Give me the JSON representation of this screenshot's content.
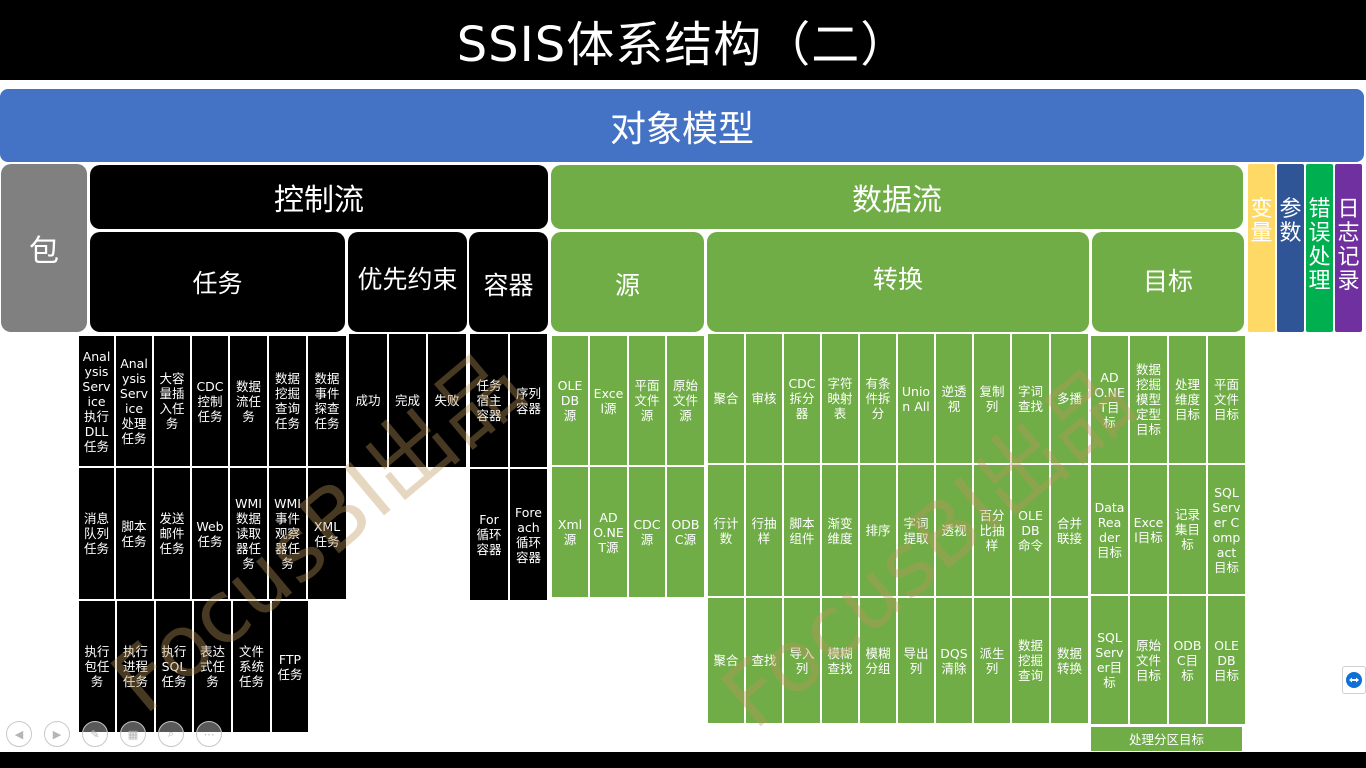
{
  "slide": {
    "title": "SSIS体系结构（二）",
    "root": "对象模型",
    "package": "包",
    "watermark": "FocusBI出品",
    "colors": {
      "title_bg": "#000000",
      "object_model": "#4472c4",
      "control_flow": "#000000",
      "data_flow": "#70ad47",
      "package": "#808080",
      "variables": "#ffd966",
      "parameters": "#2f5597",
      "error_handling": "#00b050",
      "logging": "#7030a0"
    }
  },
  "control_flow": {
    "title": "控制流",
    "tasks": {
      "title": "任务",
      "items": [
        "Analysis Service执行DLL任务",
        "Analysis Service处理任务",
        "大容量插入任务",
        "CDC控制任务",
        "数据流任务",
        "数据挖掘查询任务",
        "数据事件探查任务",
        "消息队列任务",
        "脚本任务",
        "发送邮件任务",
        "Web任务",
        "WMI数据读取器任务",
        "WMI事件观察器任务",
        "XML任务",
        "执行包任务",
        "执行进程任务",
        "执行SQL任务",
        "表达式任务",
        "文件系统任务",
        "FTP任务"
      ]
    },
    "precedence": {
      "title": "优先约束",
      "items": [
        "成功",
        "完成",
        "失败"
      ]
    },
    "containers": {
      "title": "容器",
      "items": [
        "任务宿主容器",
        "序列容器",
        "For循环容器",
        "Foreach循环容器"
      ]
    }
  },
  "data_flow": {
    "title": "数据流",
    "sources": {
      "title": "源",
      "items": [
        "OLE DB 源",
        "Excel源",
        "平面文件源",
        "原始文件源",
        "Xml源",
        "ADO.NET源",
        "CDC源",
        "ODBC源"
      ]
    },
    "transforms": {
      "title": "转换",
      "items": [
        "聚合",
        "审核",
        "CDC拆分器",
        "字符映射表",
        "有条件拆分",
        "Union All",
        "逆透视",
        "复制列",
        "字词查找",
        "多播",
        "行计数",
        "行抽样",
        "脚本组件",
        "渐变维度",
        "排序",
        "字词提取",
        "透视",
        "百分比抽样",
        "OLE DB 命令",
        "合并联接",
        "聚合",
        "查找",
        "导入列",
        "模糊查找",
        "模糊分组",
        "导出列",
        "DQS清除",
        "派生列",
        "数据挖掘查询",
        "数据转换"
      ]
    },
    "destinations": {
      "title": "目标",
      "items": [
        "ADO.NET目标",
        "数据挖掘模型定型目标",
        "处理维度目标",
        "平面文件目标",
        "DataReader目标",
        "Excel目标",
        "记录集目标",
        "SQL Server Compact 目标",
        "SQL Server目标",
        "原始文件目标",
        "ODBC目标",
        "OLE DB 目标",
        "处理分区目标"
      ]
    }
  },
  "other": {
    "variables": "变量",
    "parameters": "参数",
    "error_handling": "错误处理",
    "logging": "日志记录"
  },
  "icons": [
    "prev-icon",
    "next-icon",
    "pen-icon",
    "slides-icon",
    "zoom-icon",
    "more-icon",
    "teamviewer-icon"
  ]
}
